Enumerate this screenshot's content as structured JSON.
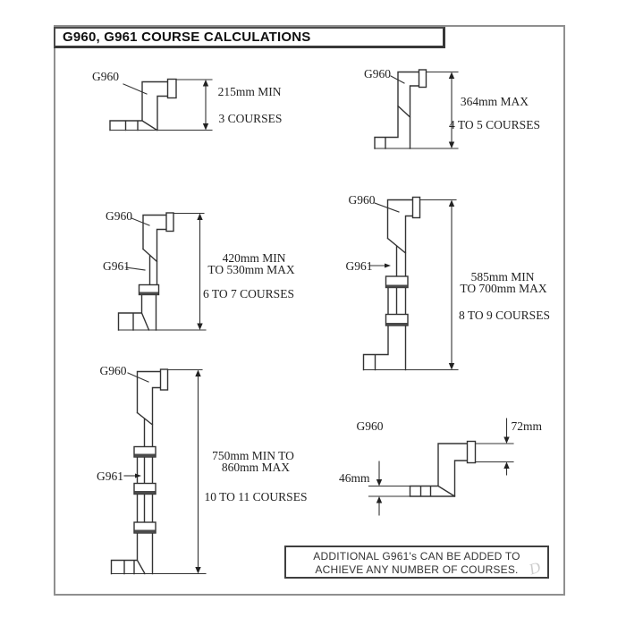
{
  "title": "G960, G961 COURSE CALCULATIONS",
  "note": {
    "line1": "ADDITIONAL G961's CAN BE ADDED TO",
    "line2": "ACHIEVE ANY NUMBER OF COURSES."
  },
  "watermark": "D",
  "colors": {
    "line": "#333333",
    "text": "#222222",
    "frame_border": "#8f8f8f",
    "title_border": "#383838"
  },
  "d1": {
    "g960": "G960",
    "dim": "215mm MIN",
    "courses": "3 COURSES"
  },
  "d2": {
    "g960": "G960",
    "dim": "364mm MAX",
    "courses": "4 TO 5 COURSES"
  },
  "d3": {
    "g960": "G960",
    "g961": "G961",
    "dim1": "420mm MIN",
    "dim2": "TO 530mm MAX",
    "courses": "6 TO 7 COURSES"
  },
  "d4": {
    "g960": "G960",
    "g961": "G961",
    "dim1": "585mm MIN",
    "dim2": "TO 700mm MAX",
    "courses": "8 TO 9 COURSES"
  },
  "d5": {
    "g960": "G960",
    "g961": "G961",
    "dim1": "750mm MIN TO",
    "dim2": "860mm MAX",
    "courses": "10 TO 11 COURSES"
  },
  "d6": {
    "g960": "G960",
    "dim_top": "72mm",
    "dim_left": "46mm"
  }
}
